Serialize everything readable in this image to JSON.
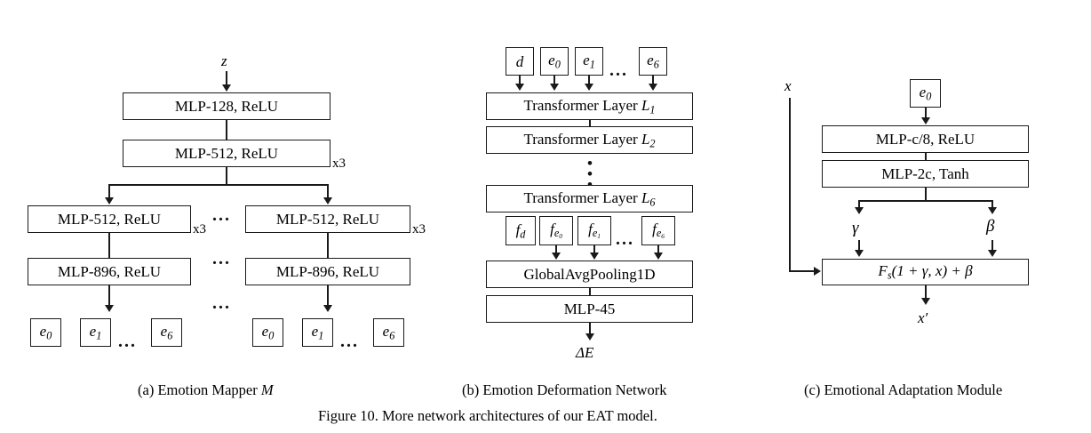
{
  "figure": {
    "number": "Figure 10.",
    "caption": "Figure 10. More network architectures of our EAT model.",
    "panels": [
      {
        "id": "a",
        "caption": "(a) Emotion Mapper M",
        "letter": "(a)",
        "title": "Emotion Mapper",
        "symbol": "M"
      },
      {
        "id": "b",
        "caption": "(b) Emotion Deformation Network",
        "letter": "(b)",
        "title": "Emotion Deformation Network",
        "symbol": ""
      },
      {
        "id": "c",
        "caption": "(c) Emotional Adaptation Module",
        "letter": "(c)",
        "title": "Emotional Adaptation Module",
        "symbol": ""
      }
    ]
  },
  "panel_a": {
    "input_label": "z",
    "blocks": [
      {
        "label": "MLP-128, ReLU",
        "repeat": ""
      },
      {
        "label": "MLP-512, ReLU",
        "repeat": "x3"
      }
    ],
    "branch_left": [
      {
        "label": "MLP-512, ReLU",
        "repeat": "x3"
      },
      {
        "label": "MLP-896, ReLU",
        "repeat": ""
      }
    ],
    "branch_right": [
      {
        "label": "MLP-512, ReLU",
        "repeat": "x3"
      },
      {
        "label": "MLP-896, ReLU",
        "repeat": ""
      }
    ],
    "ellipsis": "...",
    "outputs_left": [
      "e0",
      "e1",
      "...",
      "e6"
    ],
    "outputs_right": [
      "e0",
      "e1",
      "...",
      "e6"
    ],
    "token_base": "e",
    "token_subs": [
      "0",
      "1",
      "6"
    ]
  },
  "panel_b": {
    "inputs": [
      {
        "base": "d",
        "sub": ""
      },
      {
        "base": "e",
        "sub": "0"
      },
      {
        "base": "e",
        "sub": "1"
      },
      {
        "base": "e",
        "sub": "6"
      }
    ],
    "input_ellipsis": "...",
    "layers": [
      {
        "label": "Transformer Layer",
        "sym": "L",
        "sub": "1"
      },
      {
        "label": "Transformer Layer",
        "sym": "L",
        "sub": "2"
      },
      {
        "label": "Transformer Layer",
        "sym": "L",
        "sub": "6"
      }
    ],
    "layer_vdots": "⋮",
    "features": [
      {
        "base": "f",
        "sub": "d",
        "subsub": ""
      },
      {
        "base": "f",
        "sub": "e",
        "subsub": "0"
      },
      {
        "base": "f",
        "sub": "e",
        "subsub": "1"
      },
      {
        "base": "f",
        "sub": "e",
        "subsub": "6"
      }
    ],
    "feature_ellipsis": "...",
    "pooling_label": "GlobalAvgPooling1D",
    "mlp_label": "MLP-45",
    "output_label": "ΔE"
  },
  "panel_c": {
    "skip_input_label": "x",
    "token_input": {
      "base": "e",
      "sub": "0"
    },
    "blocks": [
      {
        "label": "MLP-c/8, ReLU"
      },
      {
        "label": "MLP-2c, Tanh"
      }
    ],
    "gamma_label": "γ",
    "beta_label": "β",
    "fuse_label": "F",
    "fuse_sub": "s",
    "fuse_expr": "(1 + γ, x) + β",
    "output_label": "x′"
  },
  "colors": {
    "stroke": "#1a1a1a",
    "background": "#ffffff",
    "text": "#000000"
  }
}
